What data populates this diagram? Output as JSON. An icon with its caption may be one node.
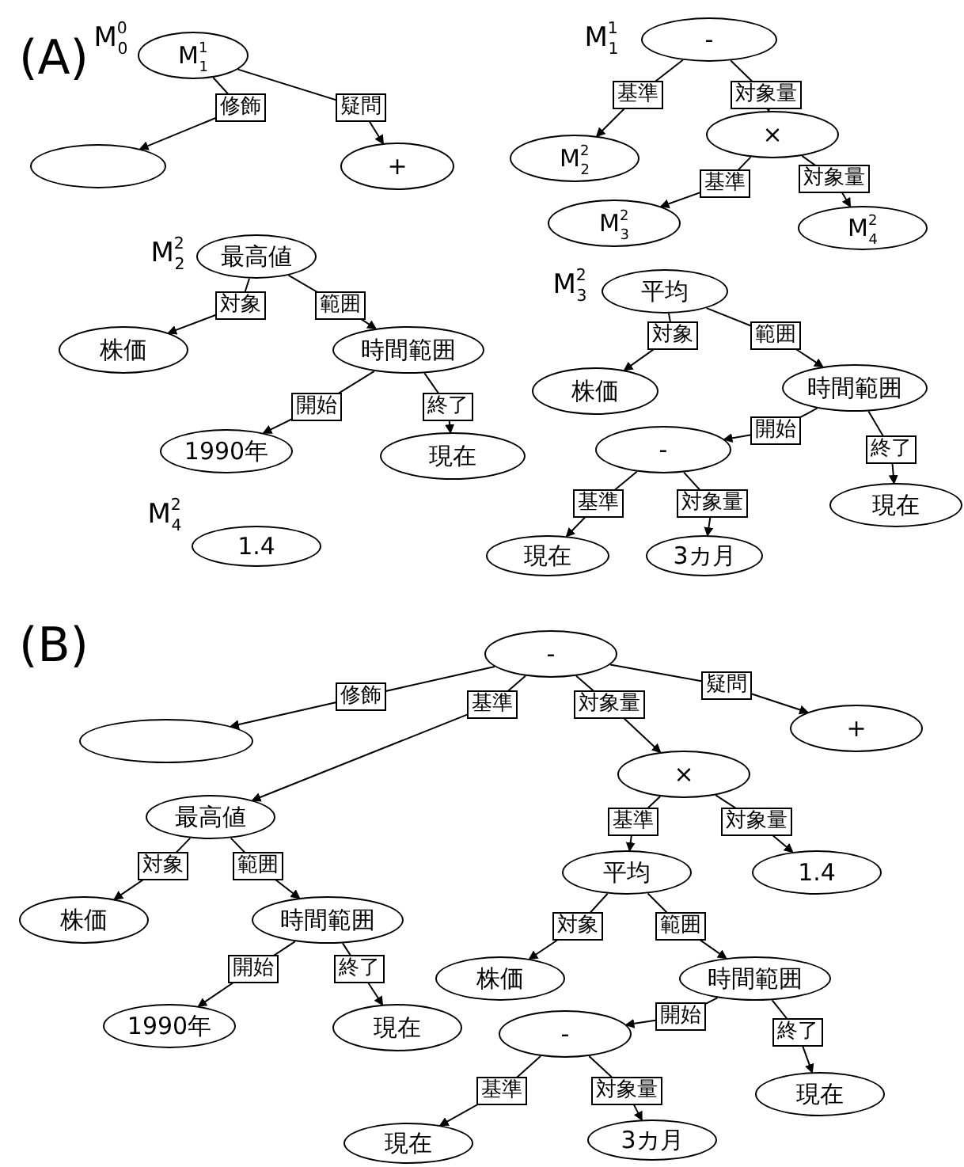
{
  "diagram": {
    "nodes": [
      {
        "text": [
          "M$^{1}$$_{1}$"
        ]
      },
      {
        "text": [],
        "shape": "ellipse"
      },
      {
        "text": [
          "+"
        ]
      },
      {
        "text": [
          "最高値"
        ]
      },
      {
        "text": [
          "株価"
        ]
      },
      {
        "text": [
          "時間範囲"
        ]
      },
      {
        "text": [
          "1990年"
        ]
      },
      {
        "text": [
          "現在"
        ]
      },
      {
        "text": [
          "1.4"
        ]
      },
      {
        "text": [
          "-"
        ]
      },
      {
        "text": [
          "M$^{2}$$_{2}$"
        ]
      },
      {
        "text": [
          "×"
        ]
      },
      {
        "text": [
          "M$^{2}$$_{3}$"
        ]
      },
      {
        "text": [
          "M$^{2}$$_{4}$"
        ]
      },
      {
        "text": [
          "平均"
        ]
      },
      {
        "text": [
          "株価"
        ]
      },
      {
        "text": [
          "時間範囲"
        ]
      },
      {
        "text": [
          "-"
        ]
      },
      {
        "text": [
          "現在"
        ]
      },
      {
        "text": [
          "現在"
        ]
      },
      {
        "text": [
          "3カ月"
        ]
      },
      {
        "text": [
          "-"
        ]
      },
      {
        "text": [],
        "shape": "ellipse"
      },
      {
        "text": [
          "+"
        ]
      },
      {
        "text": [
          "×"
        ]
      },
      {
        "text": [
          "最高値"
        ]
      },
      {
        "text": [
          "平均"
        ]
      },
      {
        "text": [
          "1.4"
        ]
      },
      {
        "text": [
          "株価"
        ]
      },
      {
        "text": [
          "時間範囲"
        ]
      },
      {
        "text": [
          "株価"
        ]
      },
      {
        "text": [
          "時間範囲"
        ]
      },
      {
        "text": [
          "1990年"
        ]
      },
      {
        "text": [
          "現在"
        ]
      },
      {
        "text": [
          "-"
        ]
      },
      {
        "text": [
          "現在"
        ]
      },
      {
        "text": [
          "現在"
        ]
      },
      {
        "text": [
          "3カ月"
        ]
      }
    ],
    "edges": [
      {
        "from": 0,
        "to": 1,
        "arrow": "to",
        "label": "修飾"
      },
      {
        "from": 0,
        "to": 2,
        "arrow": "to",
        "label": "疑問"
      },
      {
        "from": 3,
        "to": 4,
        "arrow": "to",
        "label": "対象"
      },
      {
        "from": 3,
        "to": 5,
        "arrow": "to",
        "label": "範囲"
      },
      {
        "from": 5,
        "to": 6,
        "arrow": "to",
        "label": "開始"
      },
      {
        "from": 5,
        "to": 7,
        "arrow": "to",
        "label": "終了"
      },
      {
        "from": 9,
        "to": 10,
        "arrow": "to",
        "label": "基準"
      },
      {
        "from": 9,
        "to": 11,
        "arrow": "to",
        "label": "対象量"
      },
      {
        "from": 11,
        "to": 12,
        "arrow": "to",
        "label": "基準"
      },
      {
        "from": 11,
        "to": 13,
        "arrow": "to",
        "label": "対象量"
      },
      {
        "from": 14,
        "to": 15,
        "arrow": "to",
        "label": "対象"
      },
      {
        "from": 14,
        "to": 16,
        "arrow": "to",
        "label": "範囲"
      },
      {
        "from": 16,
        "to": 17,
        "arrow": "to",
        "label": "開始"
      },
      {
        "from": 16,
        "to": 18,
        "arrow": "to",
        "label": "終了"
      },
      {
        "from": 17,
        "to": 19,
        "arrow": "to",
        "label": "基準"
      },
      {
        "from": 17,
        "to": 20,
        "arrow": "to",
        "label": "対象量"
      },
      {
        "from": 21,
        "to": 22,
        "arrow": "to",
        "label": "修飾"
      },
      {
        "from": 21,
        "to": 25,
        "arrow": "to",
        "label": "基準"
      },
      {
        "from": 21,
        "to": 24,
        "arrow": "to",
        "label": "対象量"
      },
      {
        "from": 21,
        "to": 23,
        "arrow": "to",
        "label": "疑問"
      },
      {
        "from": 24,
        "to": 26,
        "arrow": "to",
        "label": "基準"
      },
      {
        "from": 24,
        "to": 27,
        "arrow": "to",
        "label": "対象量"
      },
      {
        "from": 25,
        "to": 28,
        "arrow": "to",
        "label": "対象"
      },
      {
        "from": 25,
        "to": 29,
        "arrow": "to",
        "label": "範囲"
      },
      {
        "from": 29,
        "to": 32,
        "arrow": "to",
        "label": "開始"
      },
      {
        "from": 29,
        "to": 33,
        "arrow": "to",
        "label": "終了"
      },
      {
        "from": 26,
        "to": 30,
        "arrow": "to",
        "label": "対象"
      },
      {
        "from": 26,
        "to": 31,
        "arrow": "to",
        "label": "範囲"
      },
      {
        "from": 31,
        "to": 34,
        "arrow": "to",
        "label": "開始"
      },
      {
        "from": 31,
        "to": 35,
        "arrow": "to",
        "label": "終了"
      },
      {
        "from": 34,
        "to": 36,
        "arrow": "to",
        "label": "基準"
      },
      {
        "from": 34,
        "to": 37,
        "arrow": "to",
        "label": "対象量"
      }
    ],
    "labels": [
      "(A)",
      "M$^{0}$$_{0}$",
      "M$^{1}$$_{1}$",
      "M$^{2}$$_{2}$",
      "M$^{2}$$_{3}$",
      "M$^{2}$$_{4}$",
      "(B)"
    ]
  }
}
